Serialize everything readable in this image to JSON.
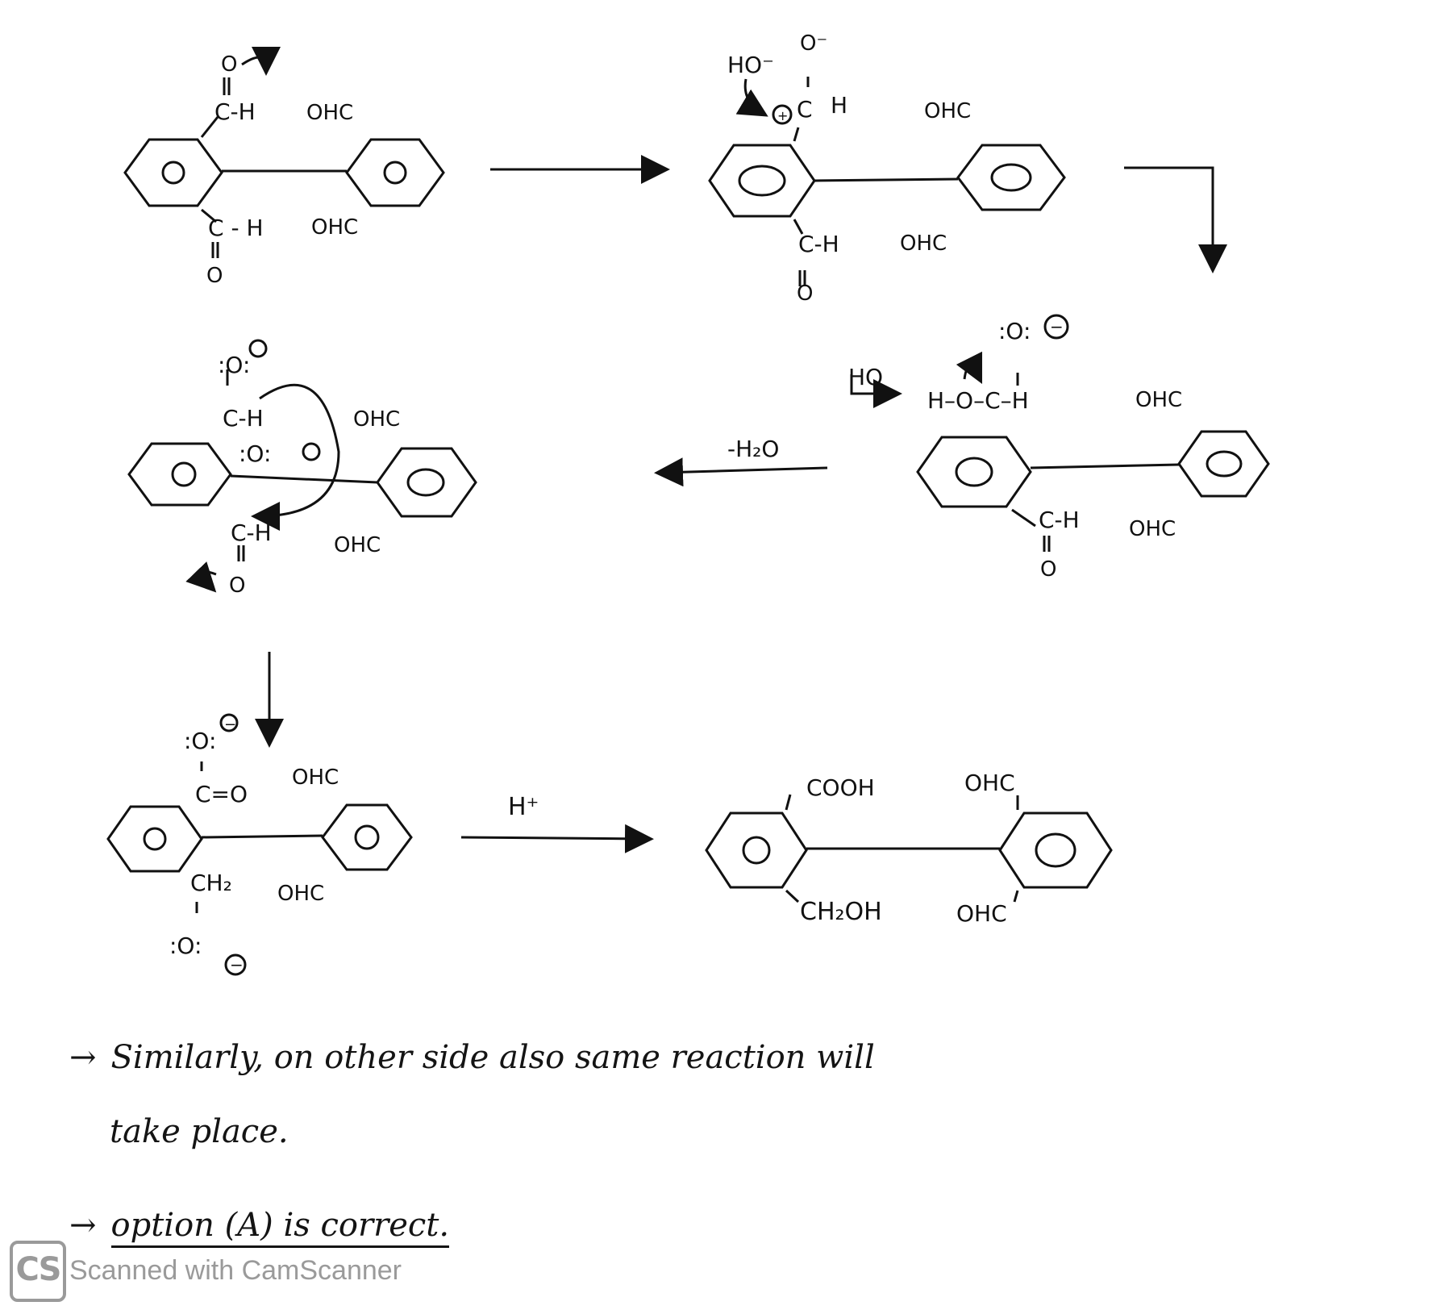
{
  "labels": {
    "o_carbonyl": "O",
    "c_h": "C-H",
    "c_h_spaced": "C - H",
    "ohc": "OHC",
    "ho_minus": "HO⁻",
    "o_minus": "O⁻",
    "h": "H",
    "plus": "+",
    "ring_o": "O",
    "ho_cross": "HO",
    "h_o_c_h": "H–O–C–H",
    "o_anion": ":O:",
    "minus_h2o": "-H₂O",
    "c_eq_o": "C=O",
    "ch2": "CH₂",
    "h_plus": "H⁺",
    "cooh": "COOH",
    "ch2oh": "CH₂OH",
    "minus": "−"
  },
  "notes": {
    "line1": "Similarly, on other side also same reaction will",
    "line2": "take place.",
    "line3": "option (A) is correct.",
    "bullet": "→"
  },
  "watermark": {
    "logo": "CS",
    "text": "Scanned with CamScanner"
  }
}
